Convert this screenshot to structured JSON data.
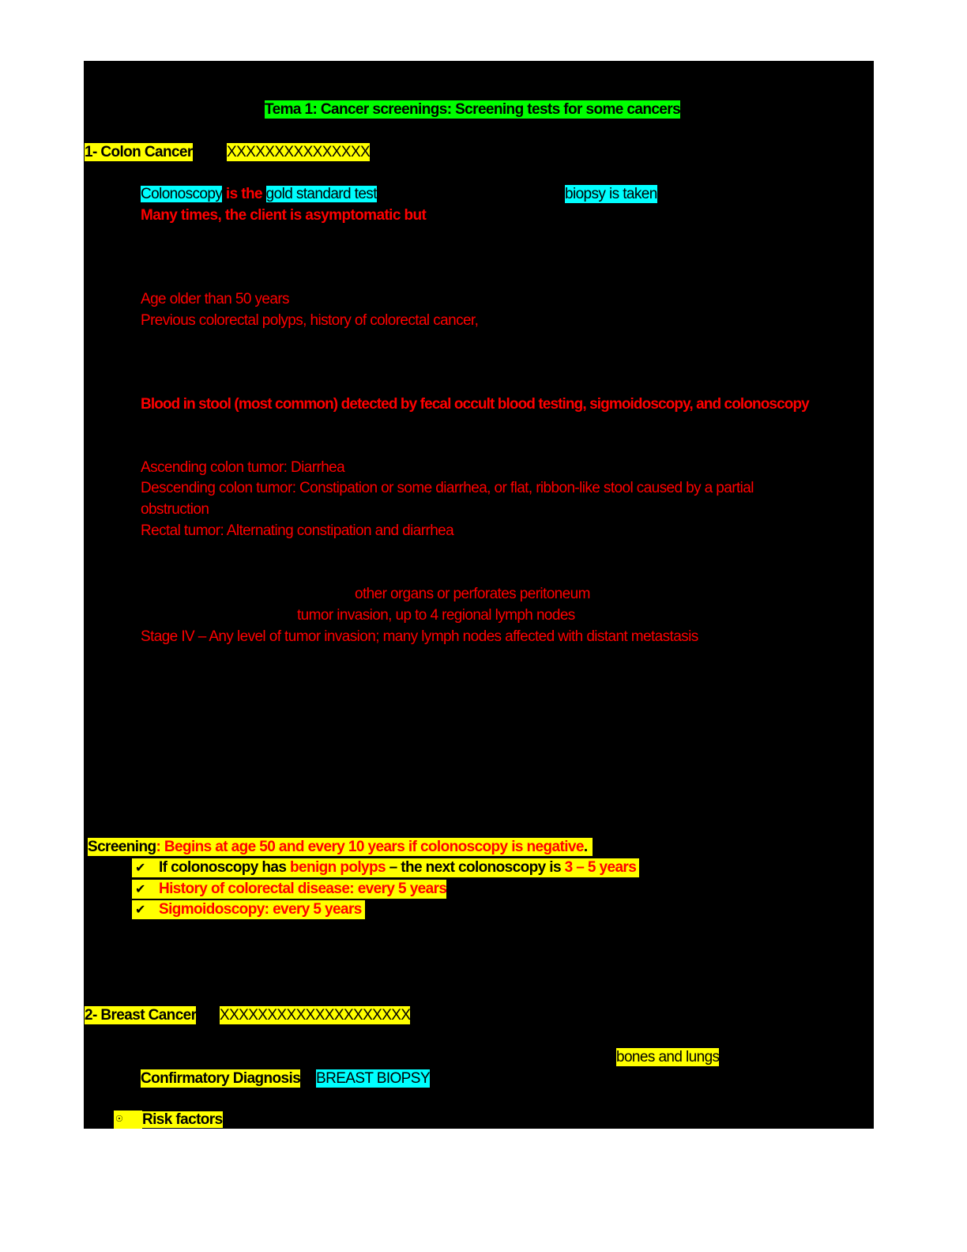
{
  "document": {
    "title": "Tema 1: Cancer screenings: Screening tests for some cancers",
    "sections": {
      "colon": {
        "heading": "1- Colon Cancer",
        "redacted": "XXXXXXXXXXXXXXX",
        "diagnosis_line": {
          "part1": "Colonoscopy",
          "part2": " is the ",
          "part3": "gold standard test",
          "part4": "biopsy is taken"
        },
        "asymptomatic": "Many times, the client is asymptomatic but",
        "risk_factors": [
          "Age older than 50 years",
          "Previous colorectal polyps, history of colorectal cancer,"
        ],
        "signs": "Blood in stool (most common) detected by fecal occult blood testing, sigmoidoscopy, and colonoscopy",
        "tumor_locations": [
          "Ascending colon tumor: Diarrhea",
          "Descending colon tumor: Constipation or some diarrhea, or flat, ribbon-like stool caused by a partial",
          "obstruction",
          "Rectal tumor: Alternating constipation and diarrhea"
        ],
        "staging": [
          "other organs or perforates peritoneum",
          "tumor invasion, up to 4 regional lymph nodes",
          "Stage IV – Any level of tumor invasion; many lymph nodes affected with distant metastasis"
        ],
        "screening": {
          "label": "Screening",
          "colon": ":",
          "text": " Begins at age 50 and every 10 years if colonoscopy is negative",
          "period": ".",
          "items": [
            {
              "check": "✔",
              "a": "If colonoscopy has ",
              "b": "benign polyps",
              "c": " – the next colonoscopy is ",
              "d": "3 – 5 years"
            },
            {
              "check": "✔",
              "text": "History of colorectal disease: every 5 years"
            },
            {
              "check": "✔",
              "text": "Sigmoidoscopy: every 5 years"
            }
          ]
        }
      },
      "breast": {
        "heading": "2- Breast Cancer",
        "redacted": "XXXXXXXXXXXXXXXXXXXX",
        "metastasis": "bones and lungs",
        "confirmatory_label": "Confirmatory Diagnosis",
        "confirmatory_value": "BREAST BIOPSY",
        "bullet_icon": "☉",
        "risk_factors_label": "Risk factors"
      }
    },
    "colors": {
      "background": "#000000",
      "highlight_yellow": "#ffff00",
      "highlight_cyan": "#00ffff",
      "highlight_green": "#00ff00",
      "text_red": "#ff0000"
    }
  }
}
